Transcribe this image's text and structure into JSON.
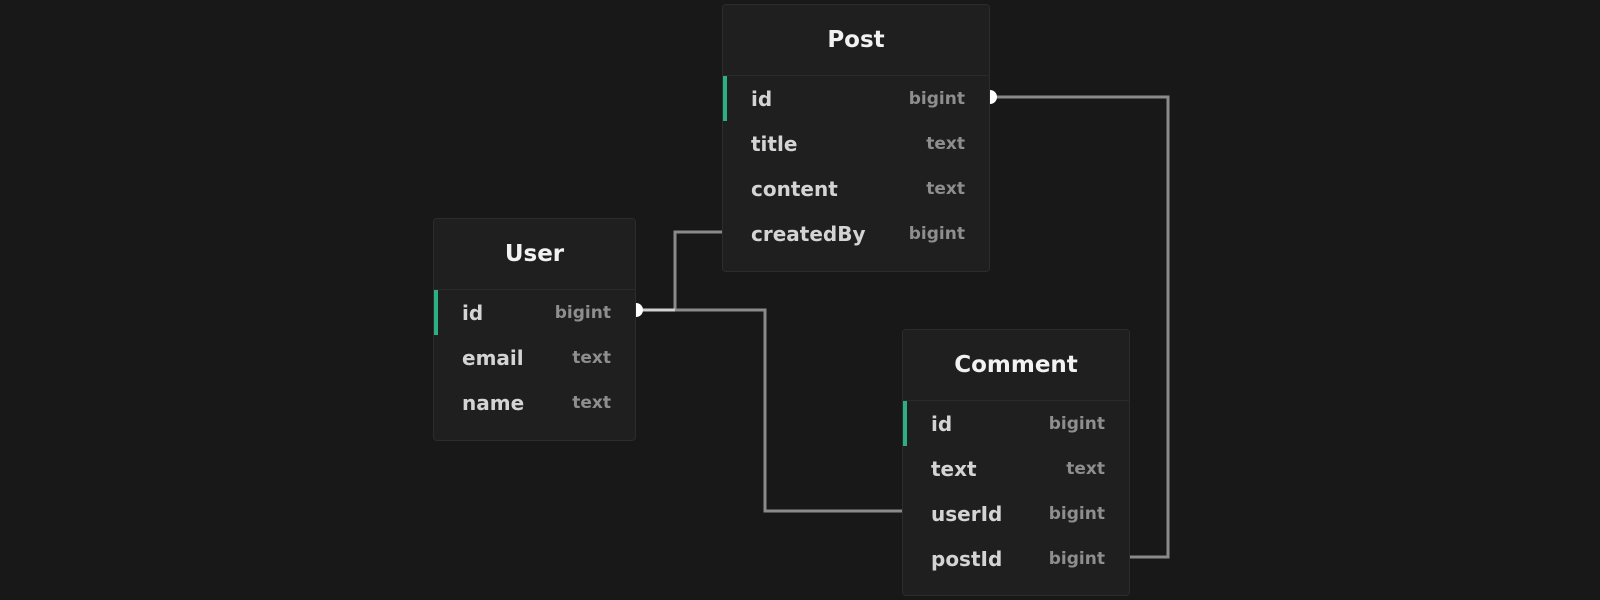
{
  "tables": {
    "post": {
      "name": "Post",
      "columns": [
        {
          "name": "id",
          "type": "bigint",
          "primary_key": true
        },
        {
          "name": "title",
          "type": "text"
        },
        {
          "name": "content",
          "type": "text"
        },
        {
          "name": "createdBy",
          "type": "bigint"
        }
      ]
    },
    "user": {
      "name": "User",
      "columns": [
        {
          "name": "id",
          "type": "bigint",
          "primary_key": true
        },
        {
          "name": "email",
          "type": "text"
        },
        {
          "name": "name",
          "type": "text"
        }
      ]
    },
    "comment": {
      "name": "Comment",
      "columns": [
        {
          "name": "id",
          "type": "bigint",
          "primary_key": true
        },
        {
          "name": "text",
          "type": "text"
        },
        {
          "name": "userId",
          "type": "bigint"
        },
        {
          "name": "postId",
          "type": "bigint"
        }
      ]
    }
  },
  "relationships": [
    {
      "from": "Post.createdBy",
      "to": "User.id"
    },
    {
      "from": "Comment.userId",
      "to": "User.id"
    },
    {
      "from": "Comment.postId",
      "to": "Post.id"
    }
  ],
  "colors": {
    "background": "#181818",
    "table": "#1f1f1f",
    "primary_key_marker": "#2bb083",
    "edge": "#8a8a8a",
    "connector": "#ffffff"
  }
}
